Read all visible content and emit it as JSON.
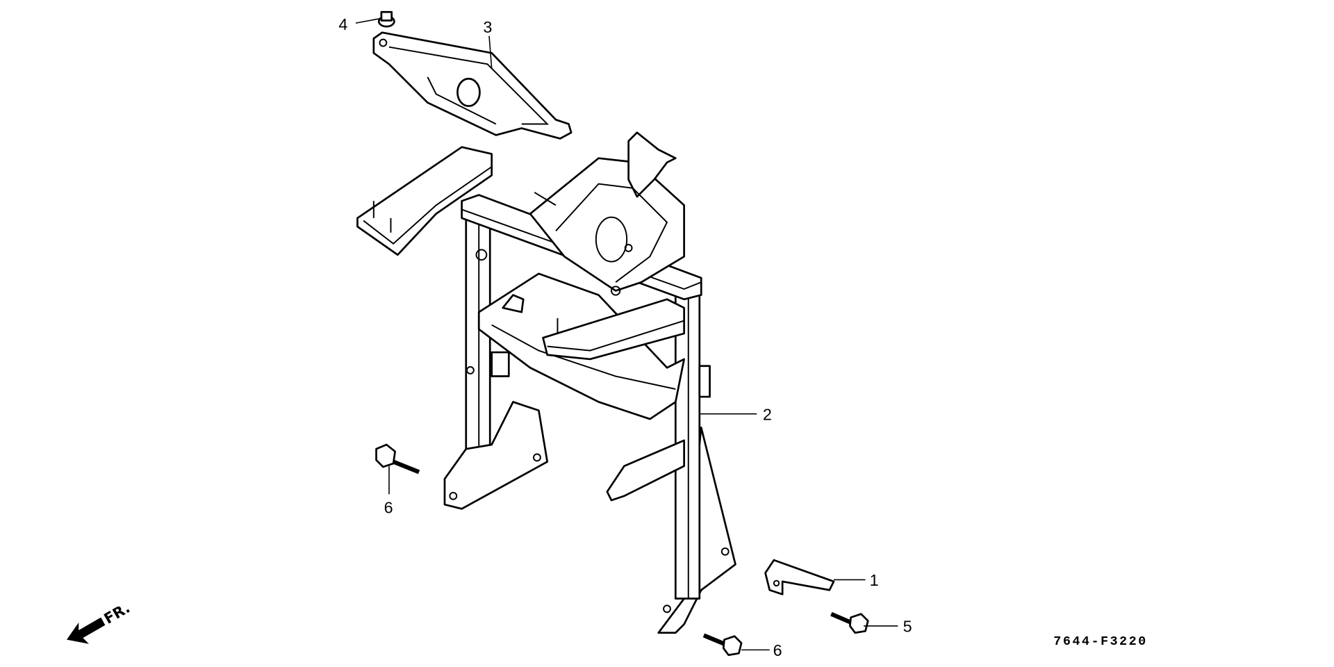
{
  "diagram": {
    "drawing_code": "7644-F3220",
    "direction_indicator": "FR.",
    "callouts": [
      {
        "number": "1"
      },
      {
        "number": "2"
      },
      {
        "number": "3"
      },
      {
        "number": "4"
      },
      {
        "number": "5"
      },
      {
        "number": "6"
      },
      {
        "number": "6"
      }
    ]
  }
}
